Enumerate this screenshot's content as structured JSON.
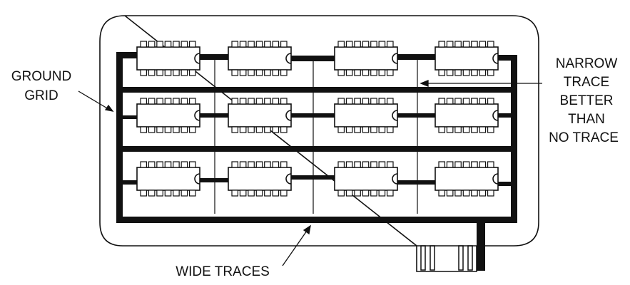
{
  "labels": {
    "ground_grid": [
      "GROUND",
      "GRID"
    ],
    "narrow_trace": [
      "NARROW",
      "TRACE",
      "BETTER",
      "THAN",
      "NO TRACE"
    ],
    "wide_traces": "WIDE TRACES"
  },
  "layout_grid": {
    "rows": 3,
    "columns": 4
  },
  "colors": {
    "ink": "#111111",
    "background": "#ffffff"
  }
}
